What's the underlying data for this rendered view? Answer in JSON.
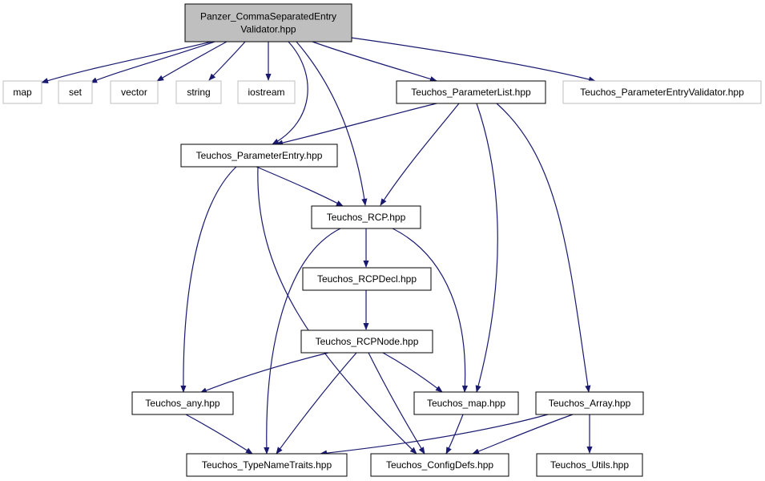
{
  "colors": {
    "edge": "#191970",
    "root_fill": "#bfbfbf",
    "root_border": "#000000",
    "normal_border": "#000000",
    "external_border": "#bfbfbf",
    "node_fill": "#ffffff"
  },
  "nodes": [
    {
      "id": "root",
      "lines": [
        "Panzer_CommaSeparatedEntry",
        "Validator.hpp"
      ],
      "kind": "root"
    },
    {
      "id": "map",
      "lines": [
        "map"
      ],
      "kind": "external"
    },
    {
      "id": "set",
      "lines": [
        "set"
      ],
      "kind": "external"
    },
    {
      "id": "vector",
      "lines": [
        "vector"
      ],
      "kind": "external"
    },
    {
      "id": "string",
      "lines": [
        "string"
      ],
      "kind": "external"
    },
    {
      "id": "iostream",
      "lines": [
        "iostream"
      ],
      "kind": "external"
    },
    {
      "id": "paramlist",
      "lines": [
        "Teuchos_ParameterList.hpp"
      ],
      "kind": "normal"
    },
    {
      "id": "pev",
      "lines": [
        "Teuchos_ParameterEntryValidator.hpp"
      ],
      "kind": "external"
    },
    {
      "id": "paramentry",
      "lines": [
        "Teuchos_ParameterEntry.hpp"
      ],
      "kind": "normal"
    },
    {
      "id": "rcp",
      "lines": [
        "Teuchos_RCP.hpp"
      ],
      "kind": "normal"
    },
    {
      "id": "rcpdecl",
      "lines": [
        "Teuchos_RCPDecl.hpp"
      ],
      "kind": "normal"
    },
    {
      "id": "rcpnode",
      "lines": [
        "Teuchos_RCPNode.hpp"
      ],
      "kind": "normal"
    },
    {
      "id": "any",
      "lines": [
        "Teuchos_any.hpp"
      ],
      "kind": "normal"
    },
    {
      "id": "tmap",
      "lines": [
        "Teuchos_map.hpp"
      ],
      "kind": "normal"
    },
    {
      "id": "array",
      "lines": [
        "Teuchos_Array.hpp"
      ],
      "kind": "normal"
    },
    {
      "id": "tnt",
      "lines": [
        "Teuchos_TypeNameTraits.hpp"
      ],
      "kind": "normal"
    },
    {
      "id": "config",
      "lines": [
        "Teuchos_ConfigDefs.hpp"
      ],
      "kind": "normal"
    },
    {
      "id": "utils",
      "lines": [
        "Teuchos_Utils.hpp"
      ],
      "kind": "normal"
    }
  ],
  "edges": [
    [
      "root",
      "map"
    ],
    [
      "root",
      "set"
    ],
    [
      "root",
      "vector"
    ],
    [
      "root",
      "string"
    ],
    [
      "root",
      "iostream"
    ],
    [
      "root",
      "paramlist"
    ],
    [
      "root",
      "pev"
    ],
    [
      "root",
      "paramentry"
    ],
    [
      "root",
      "rcp"
    ],
    [
      "paramlist",
      "paramentry"
    ],
    [
      "paramlist",
      "rcp"
    ],
    [
      "paramlist",
      "tmap"
    ],
    [
      "paramlist",
      "array"
    ],
    [
      "paramentry",
      "rcp"
    ],
    [
      "paramentry",
      "any"
    ],
    [
      "paramentry",
      "config"
    ],
    [
      "rcp",
      "rcpdecl"
    ],
    [
      "rcp",
      "tmap"
    ],
    [
      "rcp",
      "tnt"
    ],
    [
      "rcpdecl",
      "rcpnode"
    ],
    [
      "rcpnode",
      "any"
    ],
    [
      "rcpnode",
      "tmap"
    ],
    [
      "rcpnode",
      "tnt"
    ],
    [
      "rcpnode",
      "config"
    ],
    [
      "any",
      "tnt"
    ],
    [
      "tmap",
      "config"
    ],
    [
      "array",
      "tnt"
    ],
    [
      "array",
      "config"
    ],
    [
      "array",
      "utils"
    ]
  ]
}
